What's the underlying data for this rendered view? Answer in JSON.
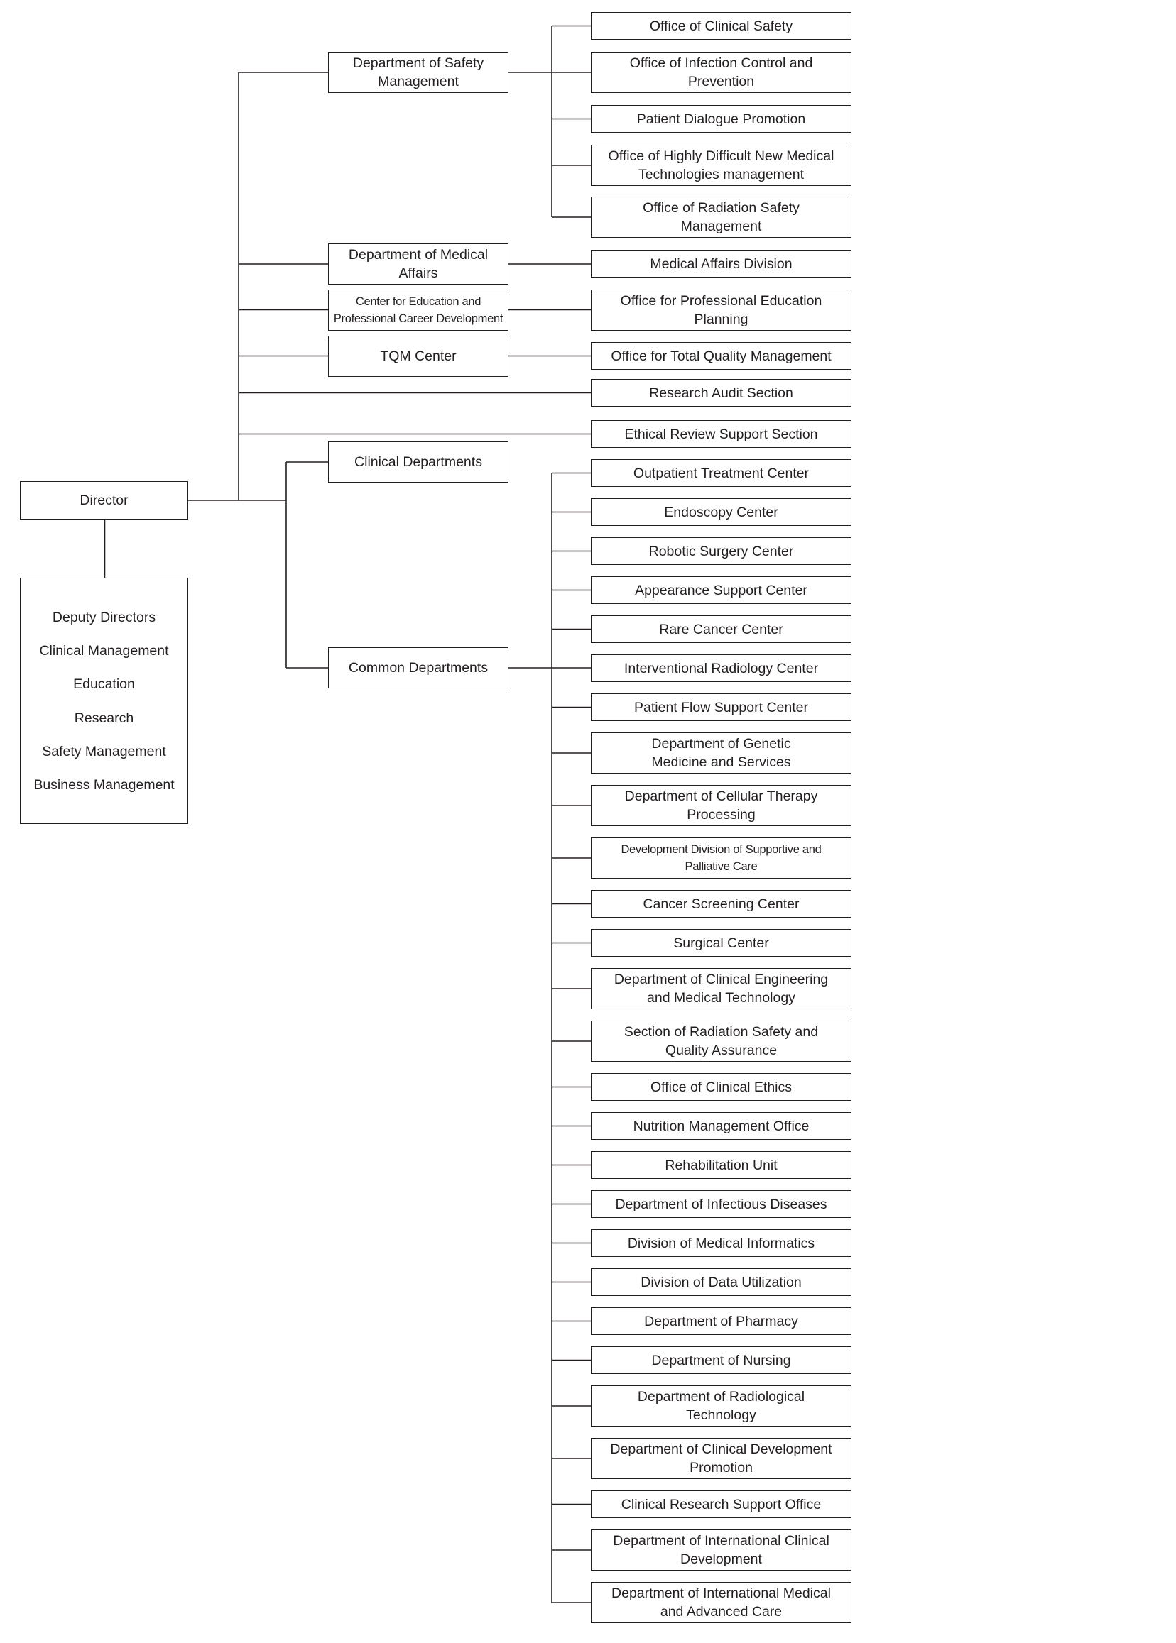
{
  "org": {
    "director": "Director",
    "deputy_directors": [
      "Deputy Directors",
      "Clinical Management",
      "Education",
      "Research",
      "Safety Management",
      "Business Management"
    ],
    "branches": [
      {
        "label": "Department of Safety\nManagement",
        "children": [
          "Office of Clinical Safety",
          "Office of Infection Control and\nPrevention",
          "Patient Dialogue Promotion",
          "Office of Highly Difficult New Medical\nTechnologies management",
          "Office of Radiation Safety\nManagement"
        ]
      },
      {
        "label": "Department of Medical\nAffairs",
        "children": [
          "Medical Affairs Division"
        ]
      },
      {
        "label": "Center for Education and\nProfessional Career Development",
        "children": [
          "Office for Professional Education\nPlanning"
        ]
      },
      {
        "label": "TQM Center",
        "children": [
          "Office for Total Quality Management"
        ]
      },
      {
        "label": "Research Audit Section"
      },
      {
        "label": "Ethical Review Support Section"
      },
      {
        "label": "Clinical Departments"
      },
      {
        "label": "Common Departments",
        "children": [
          "Outpatient Treatment Center",
          "Endoscopy Center",
          "Robotic Surgery Center",
          "Appearance Support Center",
          "Rare Cancer Center",
          "Interventional Radiology Center",
          "Patient Flow Support Center",
          "Department of Genetic\nMedicine and Services",
          "Department of Cellular Therapy\nProcessing",
          "Development Division of Supportive and\nPalliative Care",
          "Cancer Screening Center",
          "Surgical Center",
          "Department of Clinical Engineering\nand Medical Technology",
          "Section of Radiation Safety and\nQuality Assurance",
          "Office of Clinical Ethics",
          "Nutrition Management Office",
          "Rehabilitation Unit",
          "Department of Infectious Diseases",
          "Division of Medical Informatics",
          "Division of Data Utilization",
          "Department of Pharmacy",
          "Department of Nursing",
          "Department of Radiological\nTechnology",
          "Department of Clinical Development\nPromotion",
          "Clinical Research Support Office",
          "Department of International Clinical\nDevelopment",
          "Department of International Medical\nand Advanced Care"
        ]
      }
    ],
    "line_color": "#231f20"
  }
}
